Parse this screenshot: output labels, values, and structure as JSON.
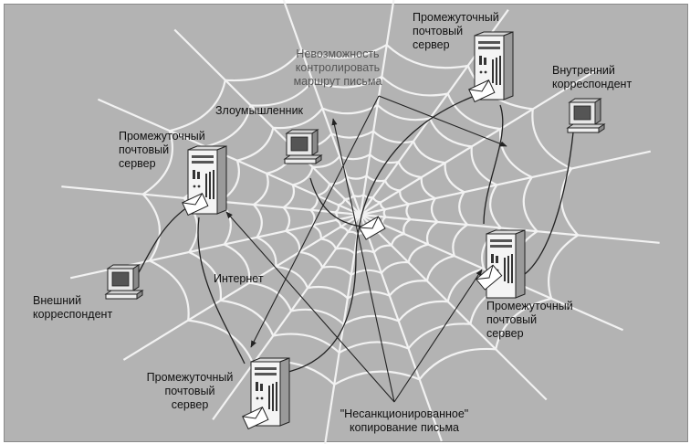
{
  "labels": {
    "server_top": [
      "Промежуточный",
      "почтовый",
      "сервер"
    ],
    "server_left": [
      "Промежуточный",
      "почтовый",
      "сервер"
    ],
    "server_right": [
      "Промежуточный",
      "почтовый",
      "сервер"
    ],
    "server_bottom": [
      "Промежуточный",
      "почтовый",
      "сервер"
    ],
    "internal_correspondent": [
      "Внутренний",
      "корреспондент"
    ],
    "external_correspondent": [
      "Внешний",
      "корреспондент"
    ],
    "attacker": "Злоумышленник",
    "uncontrolled_route": [
      "Невозможность",
      "контролировать",
      "маршрут письма"
    ],
    "internet": "Интернет",
    "unauthorized_copy": [
      "\"Несанкционированное\"",
      "копирование письма"
    ]
  },
  "icons": [
    "server-icon",
    "workstation-icon",
    "envelope-icon",
    "spider-web"
  ],
  "colors": {
    "background": "#b3b3b3",
    "web": "#f2f2f2",
    "lines": "#222222"
  }
}
